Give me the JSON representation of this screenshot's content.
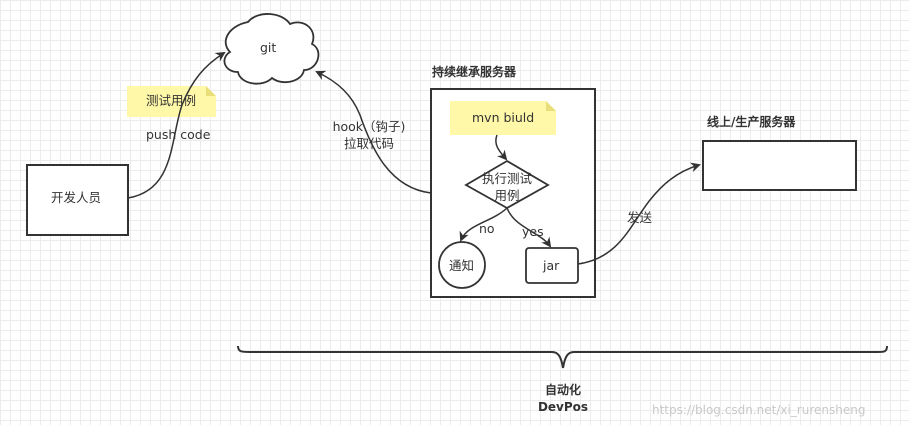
{
  "nodes": {
    "git": "git",
    "developer": "开发人员",
    "ci_server_title": "持续继承服务器",
    "build": "mvn biuld",
    "decision_line1": "执行测试",
    "decision_line2": "用例",
    "notify": "通知",
    "jar": "jar",
    "prod_title": "线上/生产服务器"
  },
  "notes": {
    "test_cases": "测试用例"
  },
  "edges": {
    "push": "push code",
    "hook_line1": "hook（钩子)",
    "hook_line2": "拉取代码",
    "no": "no",
    "yes": "yes",
    "send": "发送"
  },
  "footer": {
    "line1": "自动化",
    "line2": "DevPos"
  },
  "watermark": "https://blog.csdn.net/xi_rurensheng",
  "colors": {
    "stroke": "#333333",
    "note": "#fff8a8"
  }
}
